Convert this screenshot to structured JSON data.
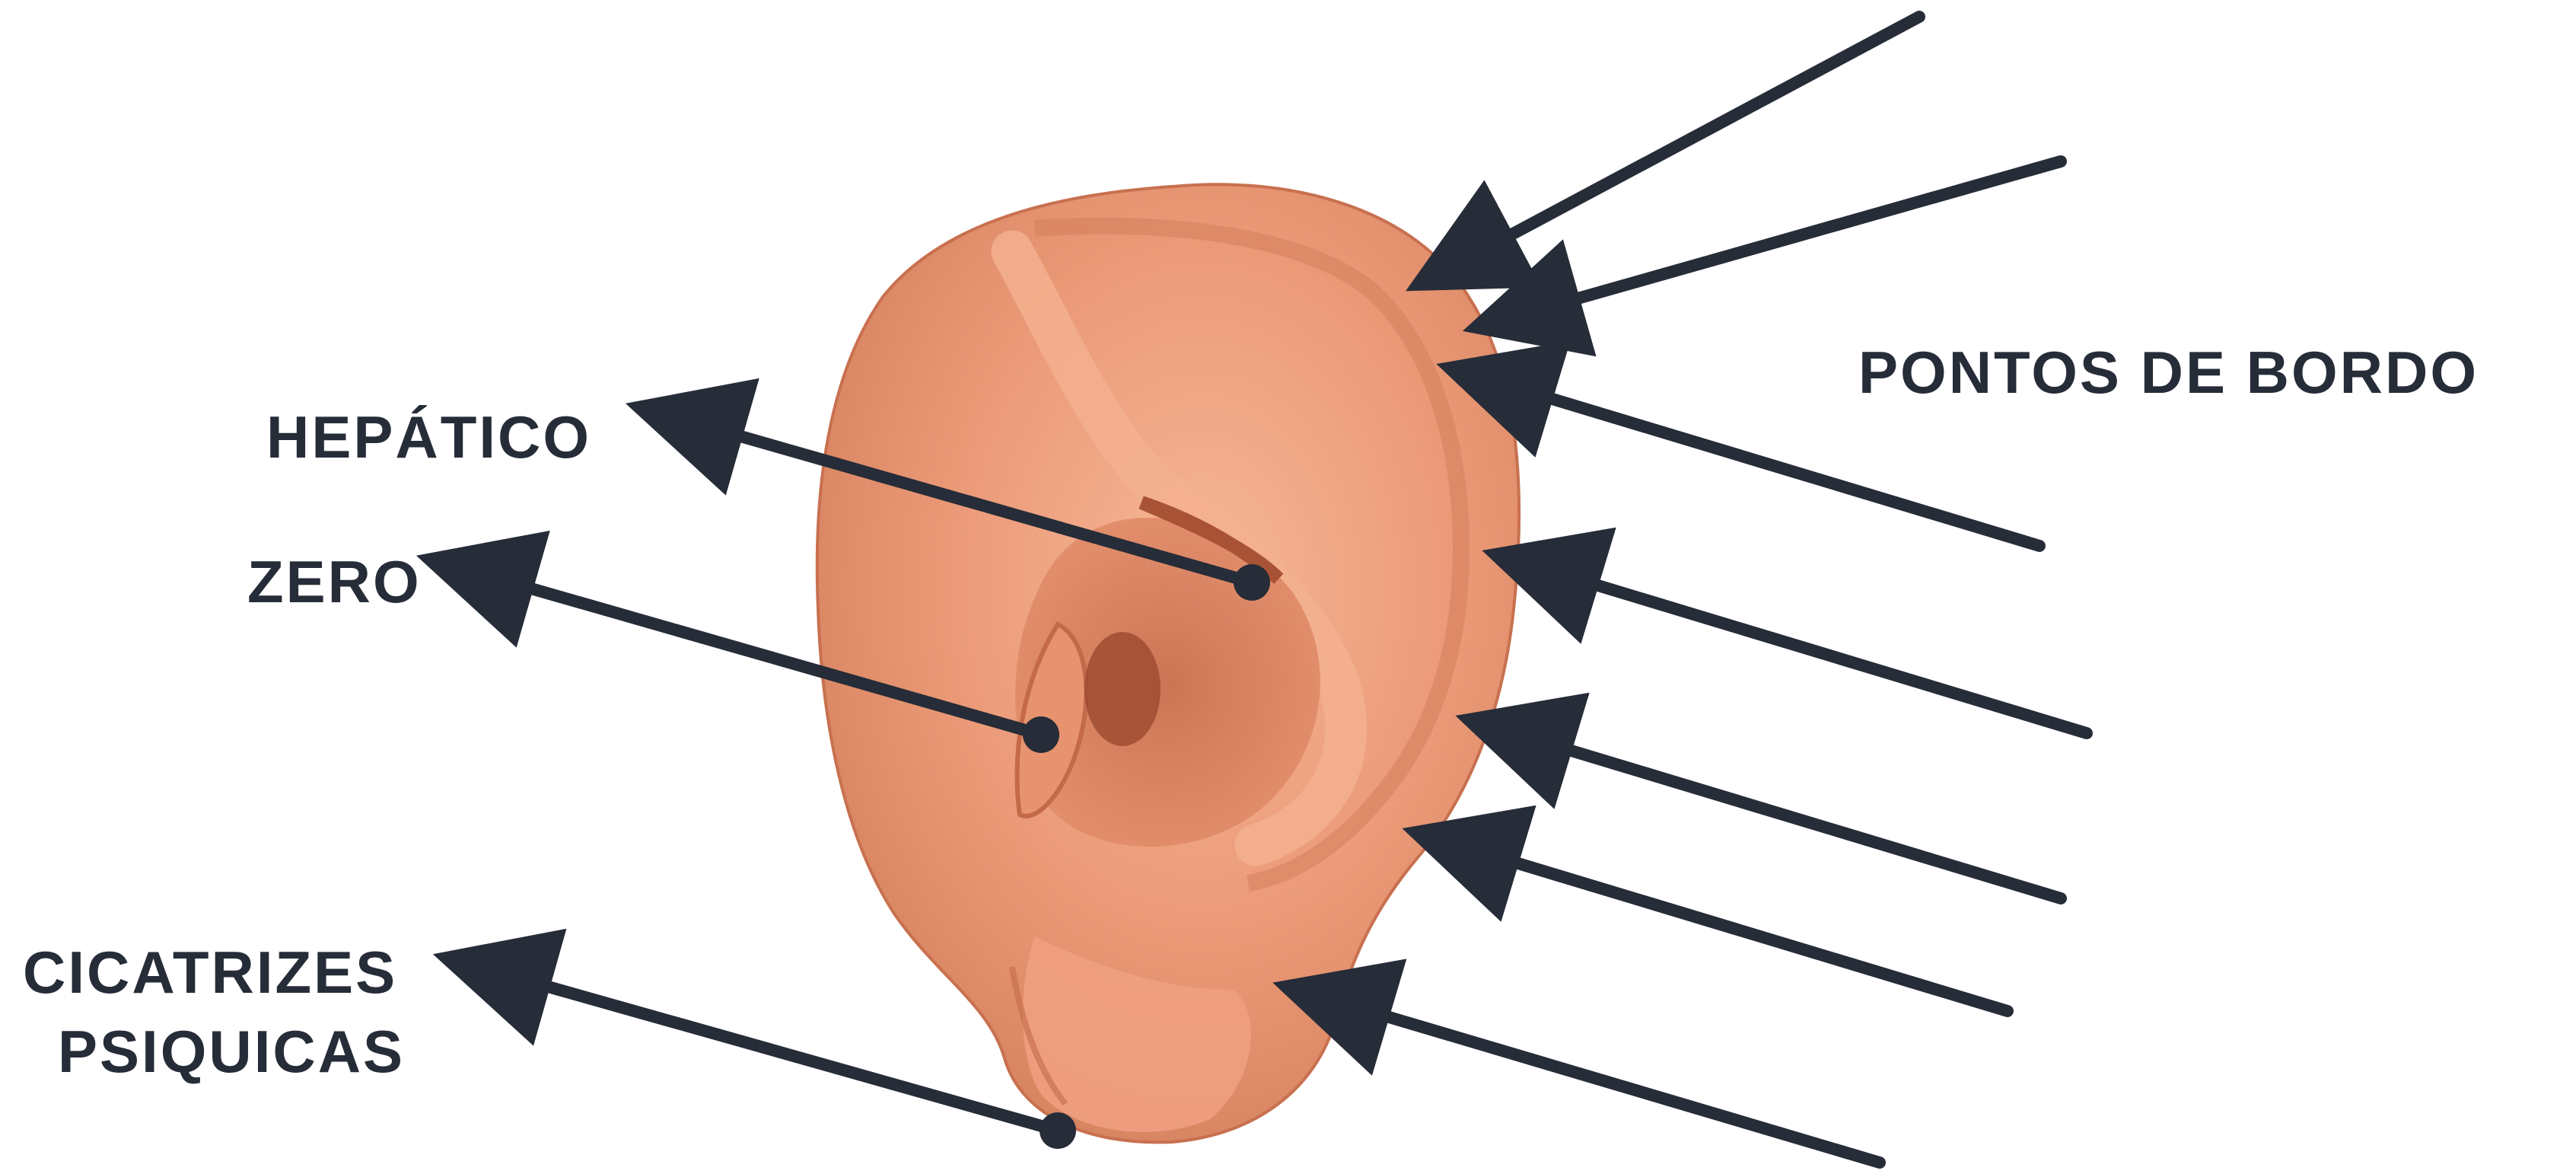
{
  "labels": {
    "hepatico": "HEPÁTICO",
    "zero": "ZERO",
    "cicatrizes_line1": "CICATRIZES",
    "cicatrizes_line2": "PSIQUICAS",
    "pontos_de_bordo": "PONTOS DE BORDO"
  },
  "colors": {
    "arrow": "#262c38",
    "label": "#262c38",
    "ear_skin": "#eb9a78",
    "ear_shadow": "#c86f4f",
    "ear_highlight": "#f6b897",
    "background": "#ffffff"
  },
  "image": {
    "subject": "ear-model-icon"
  },
  "arrows": {
    "count": 10,
    "icon": "arrow-icon",
    "point_marker": "dot-icon"
  }
}
